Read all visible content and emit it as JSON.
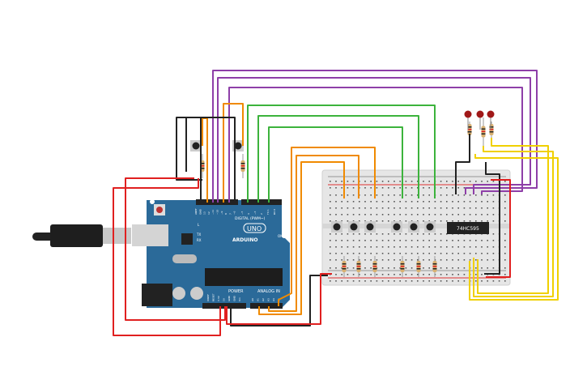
{
  "board": {
    "brand": "ARDUINO",
    "model": "UNO",
    "digital_label": "DIGITAL (PWM~)",
    "power_label": "POWER",
    "analog_label": "ANALOG IN",
    "on_label": "ON",
    "led_labels": [
      "L",
      "TX",
      "RX"
    ],
    "digital_pins": [
      "AREF",
      "GND",
      "13",
      "12",
      "~11",
      "~10",
      "~9",
      "8",
      "7",
      "~6",
      "~5",
      "4",
      "~3",
      "2",
      "TX 1",
      "RX 0"
    ],
    "power_pins": [
      "IOREF",
      "RESET",
      "3.3V",
      "5V",
      "GND",
      "GND",
      "Vin"
    ],
    "analog_pins": [
      "A0",
      "A1",
      "A2",
      "A3",
      "A4",
      "A5"
    ],
    "color": "#2b6a99"
  },
  "chip": {
    "label": "74HC595"
  },
  "colors": {
    "purple": "#8e3fa8",
    "orange": "#f08a00",
    "green": "#3cb33c",
    "black": "#222222",
    "red": "#e02020",
    "yellow": "#f0d000"
  }
}
